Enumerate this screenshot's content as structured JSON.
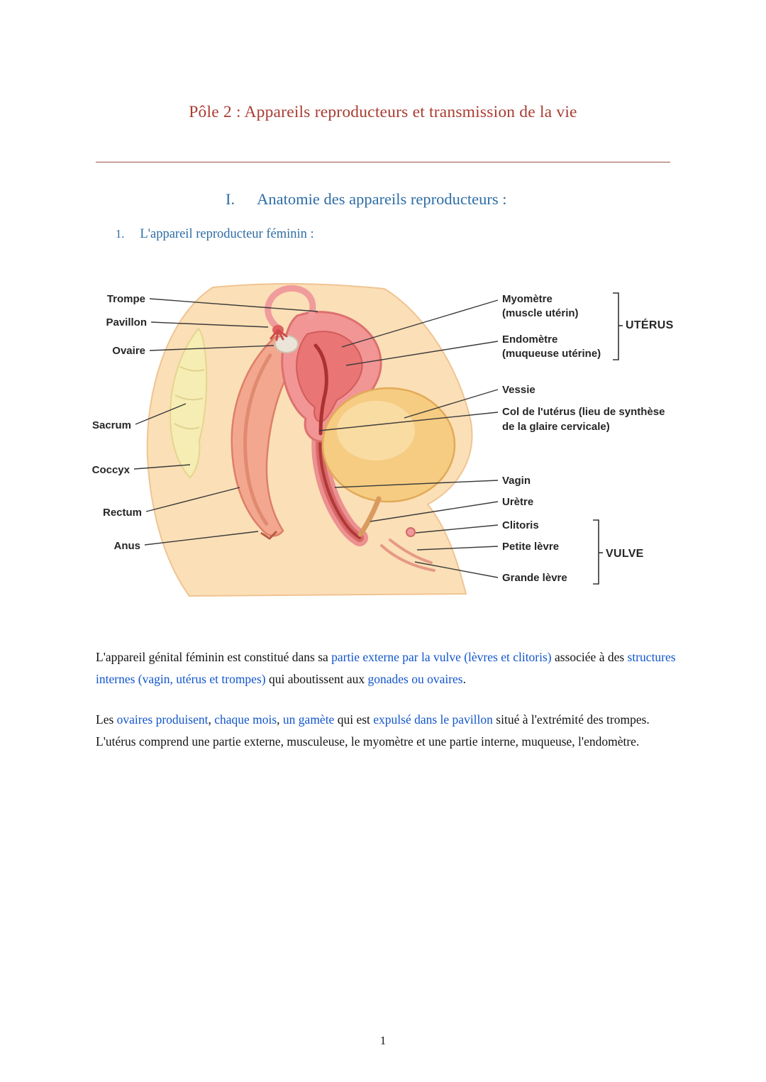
{
  "doc": {
    "title": "Pôle 2 : Appareils reproducteurs et transmission de la vie",
    "section": {
      "number": "I.",
      "title": "Anatomie des appareils reproducteurs :"
    },
    "subsection": {
      "number": "1.",
      "title": "L'appareil reproducteur féminin :"
    },
    "page_number": "1"
  },
  "colors": {
    "title_red": "#a93c32",
    "heading_blue": "#2d6da6",
    "text_blue": "#1155cc",
    "text_black": "#131313",
    "rule_brown": "#9a5246"
  },
  "figure": {
    "left_labels": [
      "Trompe",
      "Pavillon",
      "Ovaire",
      "Sacrum",
      "Coccyx",
      "Rectum",
      "Anus"
    ],
    "right_labels": [
      {
        "lines": [
          "Myomètre",
          "(muscle utérin)"
        ]
      },
      {
        "lines": [
          "Endomètre",
          "(muqueuse utérine)"
        ]
      },
      {
        "lines": [
          "Vessie"
        ]
      },
      {
        "lines": [
          "Col de l'utérus (lieu de synthèse",
          "de la glaire cervicale)"
        ]
      },
      {
        "lines": [
          "Vagin"
        ]
      },
      {
        "lines": [
          "Urètre"
        ]
      },
      {
        "lines": [
          "Clitoris"
        ]
      },
      {
        "lines": [
          "Petite lèvre"
        ]
      },
      {
        "lines": [
          "Grande lèvre"
        ]
      }
    ],
    "brackets": [
      {
        "label": "UTÉRUS"
      },
      {
        "label": "VULVE"
      }
    ]
  },
  "paragraphs": {
    "p1": {
      "segments": [
        {
          "t": "L'appareil génital féminin est constitué dans sa ",
          "c": "#131313"
        },
        {
          "t": "partie externe par la vulve (lèvres et clitoris)",
          "c": "#1155cc"
        },
        {
          "t": " associée à des ",
          "c": "#131313"
        },
        {
          "t": "structures internes (vagin, utérus et trompes)",
          "c": "#1155cc"
        },
        {
          "t": " qui aboutissent aux ",
          "c": "#131313"
        },
        {
          "t": "gonades ou ovaires",
          "c": "#1155cc"
        },
        {
          "t": ".",
          "c": "#131313"
        }
      ]
    },
    "p2": {
      "segments": [
        {
          "t": "Les ",
          "c": "#131313"
        },
        {
          "t": "ovaires produisent",
          "c": "#1155cc"
        },
        {
          "t": ", ",
          "c": "#131313"
        },
        {
          "t": "chaque mois",
          "c": "#1155cc"
        },
        {
          "t": ", ",
          "c": "#131313"
        },
        {
          "t": "un gamète",
          "c": "#1155cc"
        },
        {
          "t": " qui est ",
          "c": "#131313"
        },
        {
          "t": "expulsé dans le pavillon",
          "c": "#1155cc"
        },
        {
          "t": " situé à l'extrémité des trompes. L'utérus comprend une partie externe, musculeuse, le myomètre et une partie interne, muqueuse, l'endomètre.",
          "c": "#131313"
        }
      ]
    }
  }
}
